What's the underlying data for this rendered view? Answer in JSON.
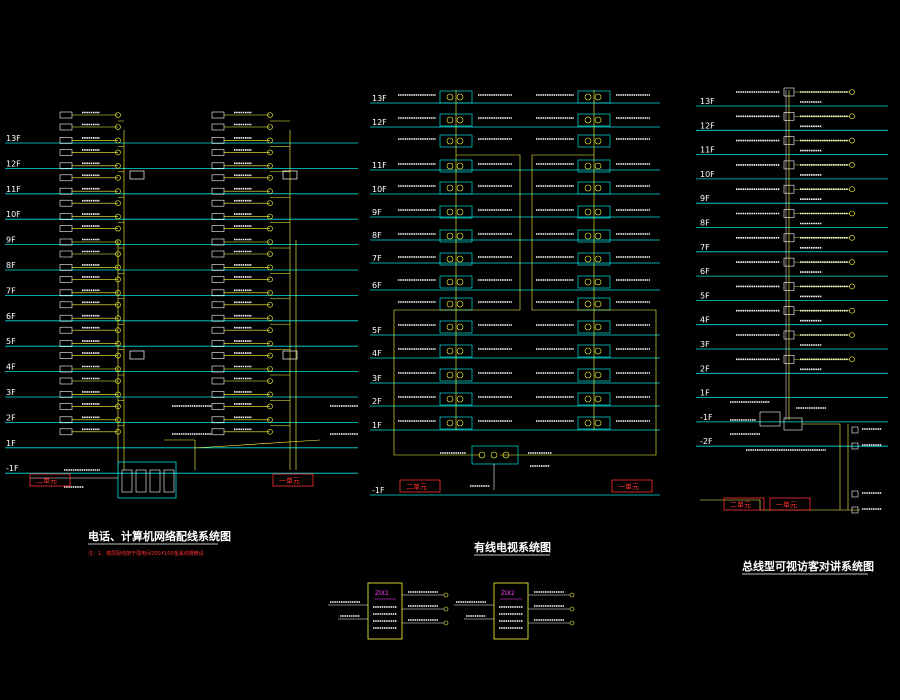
{
  "colors": {
    "background": "#000000",
    "floor_line": "#00e0e0",
    "wire": "#ffff40",
    "device_white": "#ffffff",
    "unit_label_red": "#ff3030",
    "box_magenta": "#ff40ff",
    "title_underline": "#ffffff"
  },
  "left_panel": {
    "title": "电话、计算机网络配线系统图",
    "note": "注：1、楼层配线架于弱电间200X100金属线槽敷设",
    "floors": [
      "13F",
      "12F",
      "11F",
      "10F",
      "9F",
      "8F",
      "7F",
      "6F",
      "5F",
      "4F",
      "3F",
      "2F",
      "1F",
      "-1F"
    ],
    "unit_left": "二单元",
    "unit_right": "一单元"
  },
  "middle_panel": {
    "title": "有线电视系统图",
    "floors": [
      "13F",
      "12F",
      "11F",
      "10F",
      "9F",
      "8F",
      "7F",
      "6F",
      "5F",
      "4F",
      "3F",
      "2F",
      "1F",
      "-1F"
    ],
    "unit_left": "二单元",
    "unit_right": "一单元"
  },
  "right_panel": {
    "title": "总线型可视访客对讲系统图",
    "floors": [
      "13F",
      "12F",
      "11F",
      "10F",
      "9F",
      "8F",
      "7F",
      "6F",
      "5F",
      "4F",
      "3F",
      "2F",
      "1F",
      "-1F",
      "-2F"
    ],
    "unit_left": "二单元",
    "unit_right": "一单元"
  },
  "bottom_boxes": [
    {
      "name": "ZIX1"
    },
    {
      "name": "ZIX2"
    }
  ]
}
